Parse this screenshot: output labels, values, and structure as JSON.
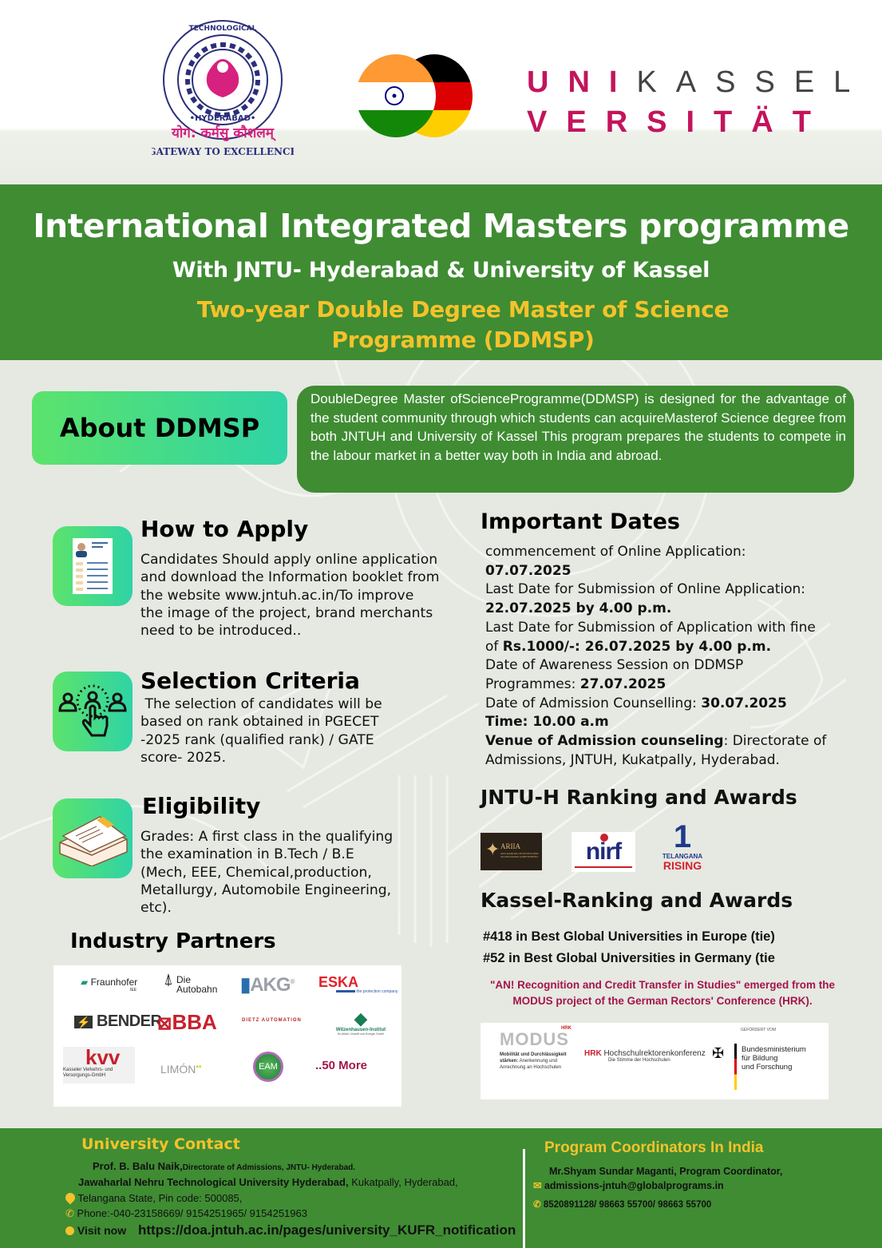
{
  "header": {
    "jntu_logo": {
      "ring_text": "JAWAHARLAL NEHRU TECHNOLOGICAL UNIVERSITY",
      "city": "HYDERABAD",
      "motto_hindi": "योग: कर्मसु कौशलम्",
      "motto_english": "GATEWAY TO EXCELLENCE"
    },
    "kassel_logo": {
      "row1_accent": "UNI",
      "row1_rest": "KASSEL",
      "row2": "VERSITÄT"
    }
  },
  "banner": {
    "title": "International Integrated Masters programme",
    "subtitle": "With JNTU- Hyderabad &  University of Kassel",
    "programme": "Two-year Double Degree Master of Science Programme (DDMSP)"
  },
  "about": {
    "label": "About DDMSP",
    "text": "DoubleDegree Master ofScienceProgramme(DDMSP) is designed for the advantage of the student community through which students can acquireMasterof Science degree from both JNTUH and University of Kassel This program prepares the students to compete in the labour market in a better way both in India and abroad."
  },
  "how_to_apply": {
    "title": "How to Apply",
    "text": "Candidates Should apply online application and download the Information booklet from the website www.jntuh.ac.in/To improve the image of the project, brand merchants need to be introduced.."
  },
  "selection": {
    "title": "Selection Criteria",
    "text": " The selection of candidates will be based on rank obtained in PGECET -2025 rank (qualified rank) / GATE score- 2025."
  },
  "eligibility": {
    "title": "Eligibility",
    "text": "Grades: A first class in the qualifying the examination in B.Tech / B.E (Mech, EEE, Chemical,production, Metallurgy, Automobile Engineering, etc)."
  },
  "industry": {
    "title": "Industry Partners",
    "logos": [
      "Fraunhofer",
      "Die Autobahn",
      "AKG",
      "ESKA",
      "BENDER",
      "BBA",
      "DIETZ AUTOMATION",
      "Witzenhausen-Institut",
      "kvv",
      "LIMÓN",
      "EAM"
    ],
    "logo_sub": {
      "fraunhofer": "IEE",
      "eska": "the protection company",
      "witzenhausen": "für Abfall, Umwelt und Energie GmbH",
      "kvv": "Kasseler Verkehrs- und Versorgungs-GmbH"
    },
    "more": "..50 More"
  },
  "dates": {
    "title": "Important Dates",
    "l1": "commencement of Online Application:",
    "d1": "07.07.2025",
    "l2": "Last Date for Submission of Online Application:",
    "d2": "22.07.2025 by 4.00 p.m.",
    "l3": "Last Date for Submission of Application with fine",
    "l3b": "of ",
    "d3": "Rs.1000/-: 26.07.2025 by 4.00 p.m.",
    "l4": "Date of Awareness Session on DDMSP",
    "l4b": "Programmes: ",
    "d4": "27.07.2025",
    "l5": "Date of Admission Counselling: ",
    "d5": "30.07.2025",
    "d6": "Time: 10.00 a.m",
    "venue_label": "Venue of Admission counseling",
    "venue_text": ": Directorate of Admissions, JNTUH, Kukatpally, Hyderabad."
  },
  "jntu_rankings": {
    "title": "JNTU-H Ranking and Awards",
    "ariia": "ARIIA",
    "ariia_sub": "ATAL RANKING OF INSTITUTIONS ON INNOVATION ACHIEVEMENTS",
    "nirf": "nirf",
    "telangana_1": "TELANGANA",
    "telangana_2": "RISING"
  },
  "kassel_rankings": {
    "title": "Kassel-Ranking and Awards",
    "r1": "#418 in Best Global Universities in Europe (tie)",
    "r2": "#52 in Best Global Universities in Germany (tie",
    "note": "\"AN! Recognition and Credit Transfer in Studies\" emerged from the MODUS project of the German Rectors' Conference (HRK).",
    "modus": {
      "hrk_small": "HRK",
      "modus": "MODUS",
      "modus_sub_bold": "Mobilität und Durchlässigkeit stärken:",
      "modus_sub": " Anerkennung und Anrechnung an Hochschulen",
      "hrk": "HRK",
      "hrk_name": "Hochschulrektorenkonferenz",
      "hrk_sub": "Die Stimme der Hochschulen",
      "gefoerdert": "GEFÖRDERT VOM",
      "bmbf1": "Bundesministerium",
      "bmbf2": "für Bildung",
      "bmbf3": "und Forschung"
    }
  },
  "footer": {
    "uni_title": "University Contact",
    "name": "Prof. B. Balu Naik,",
    "name_role": "Directorate of Admissions, JNTU- Hyderabad.",
    "university": "Jawaharlal Nehru Technological University Hyderabad,",
    "address1": " Kukatpally, Hyderabad,",
    "address2": "Telangana State, Pin code: 500085,",
    "phone": "Phone:-040-23158669/ 9154251965/ 9154251963",
    "visit_label": "Visit now",
    "url": "https://doa.jntuh.ac.in/pages/university_KUFR_notification",
    "coord_title": "Program Coordinators In India",
    "coord_name": "Mr.Shyam Sundar Maganti, Program Coordinator,",
    "coord_email": "admissions-jntuh@globalprograms.in",
    "coord_phone": "8520891128/ 98663 55700/  98663 55700"
  },
  "colors": {
    "green": "#3f8c33",
    "gold": "#f4c22b",
    "gradient_start": "#5ce36c",
    "gradient_end": "#2fd3a6",
    "kassel_magenta": "#c3145c",
    "note_maroon": "#a3154a"
  }
}
